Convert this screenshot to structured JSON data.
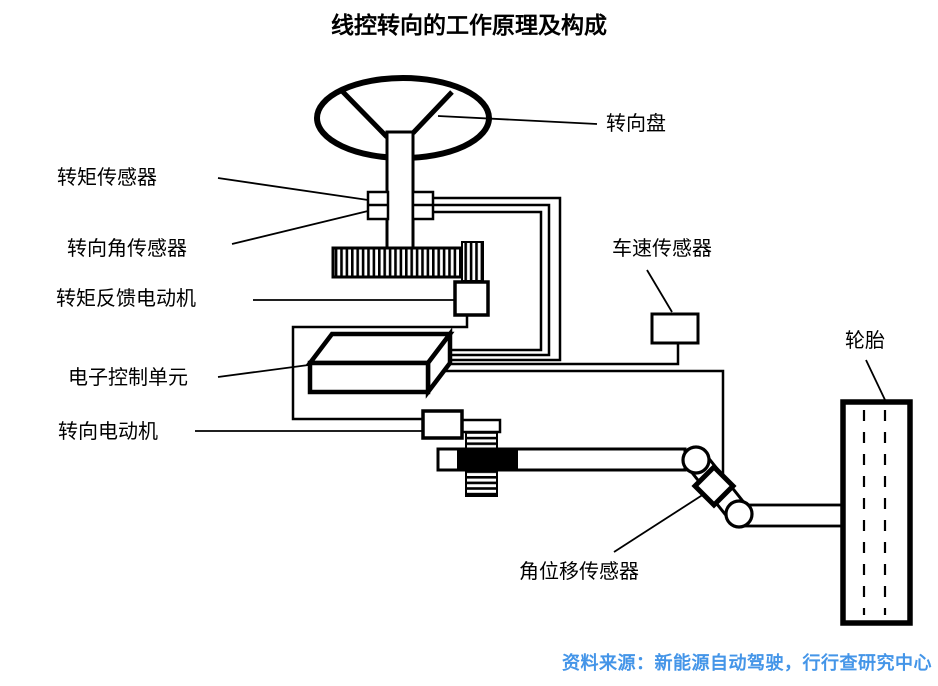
{
  "title": "线控转向的工作原理及构成",
  "labels": {
    "steering_wheel": "转向盘",
    "torque_sensor": "转矩传感器",
    "steering_angle_sensor": "转向角传感器",
    "torque_feedback_motor": "转矩反馈电动机",
    "ecu": "电子控制单元",
    "steering_motor": "转向电动机",
    "speed_sensor": "车速传感器",
    "tire": "轮胎",
    "angular_displacement_sensor": "角位移传感器"
  },
  "source": "资料来源：新能源自动驾驶，行行查研究中心",
  "colors": {
    "line": "#000000",
    "background": "#ffffff",
    "source_text": "#4495e8"
  }
}
